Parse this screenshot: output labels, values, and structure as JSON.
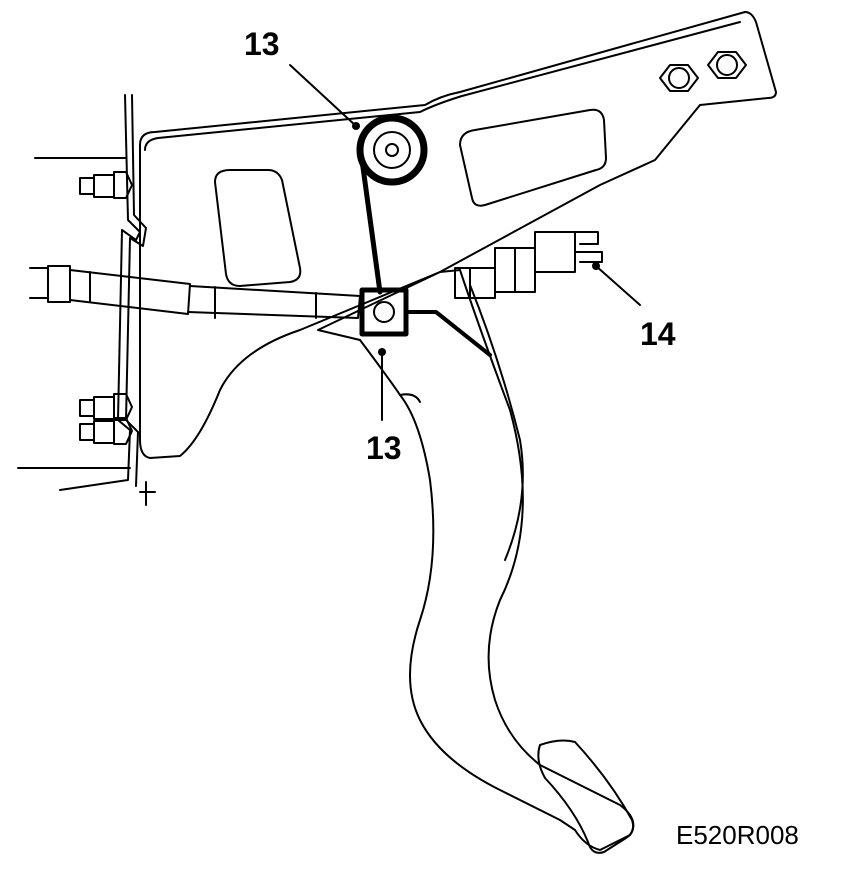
{
  "labels": {
    "callout_13_top": "13",
    "callout_13_bottom": "13",
    "callout_14": "14"
  },
  "figure_code": "E520R008",
  "colors": {
    "ink": "#000000",
    "paper": "#ffffff"
  }
}
